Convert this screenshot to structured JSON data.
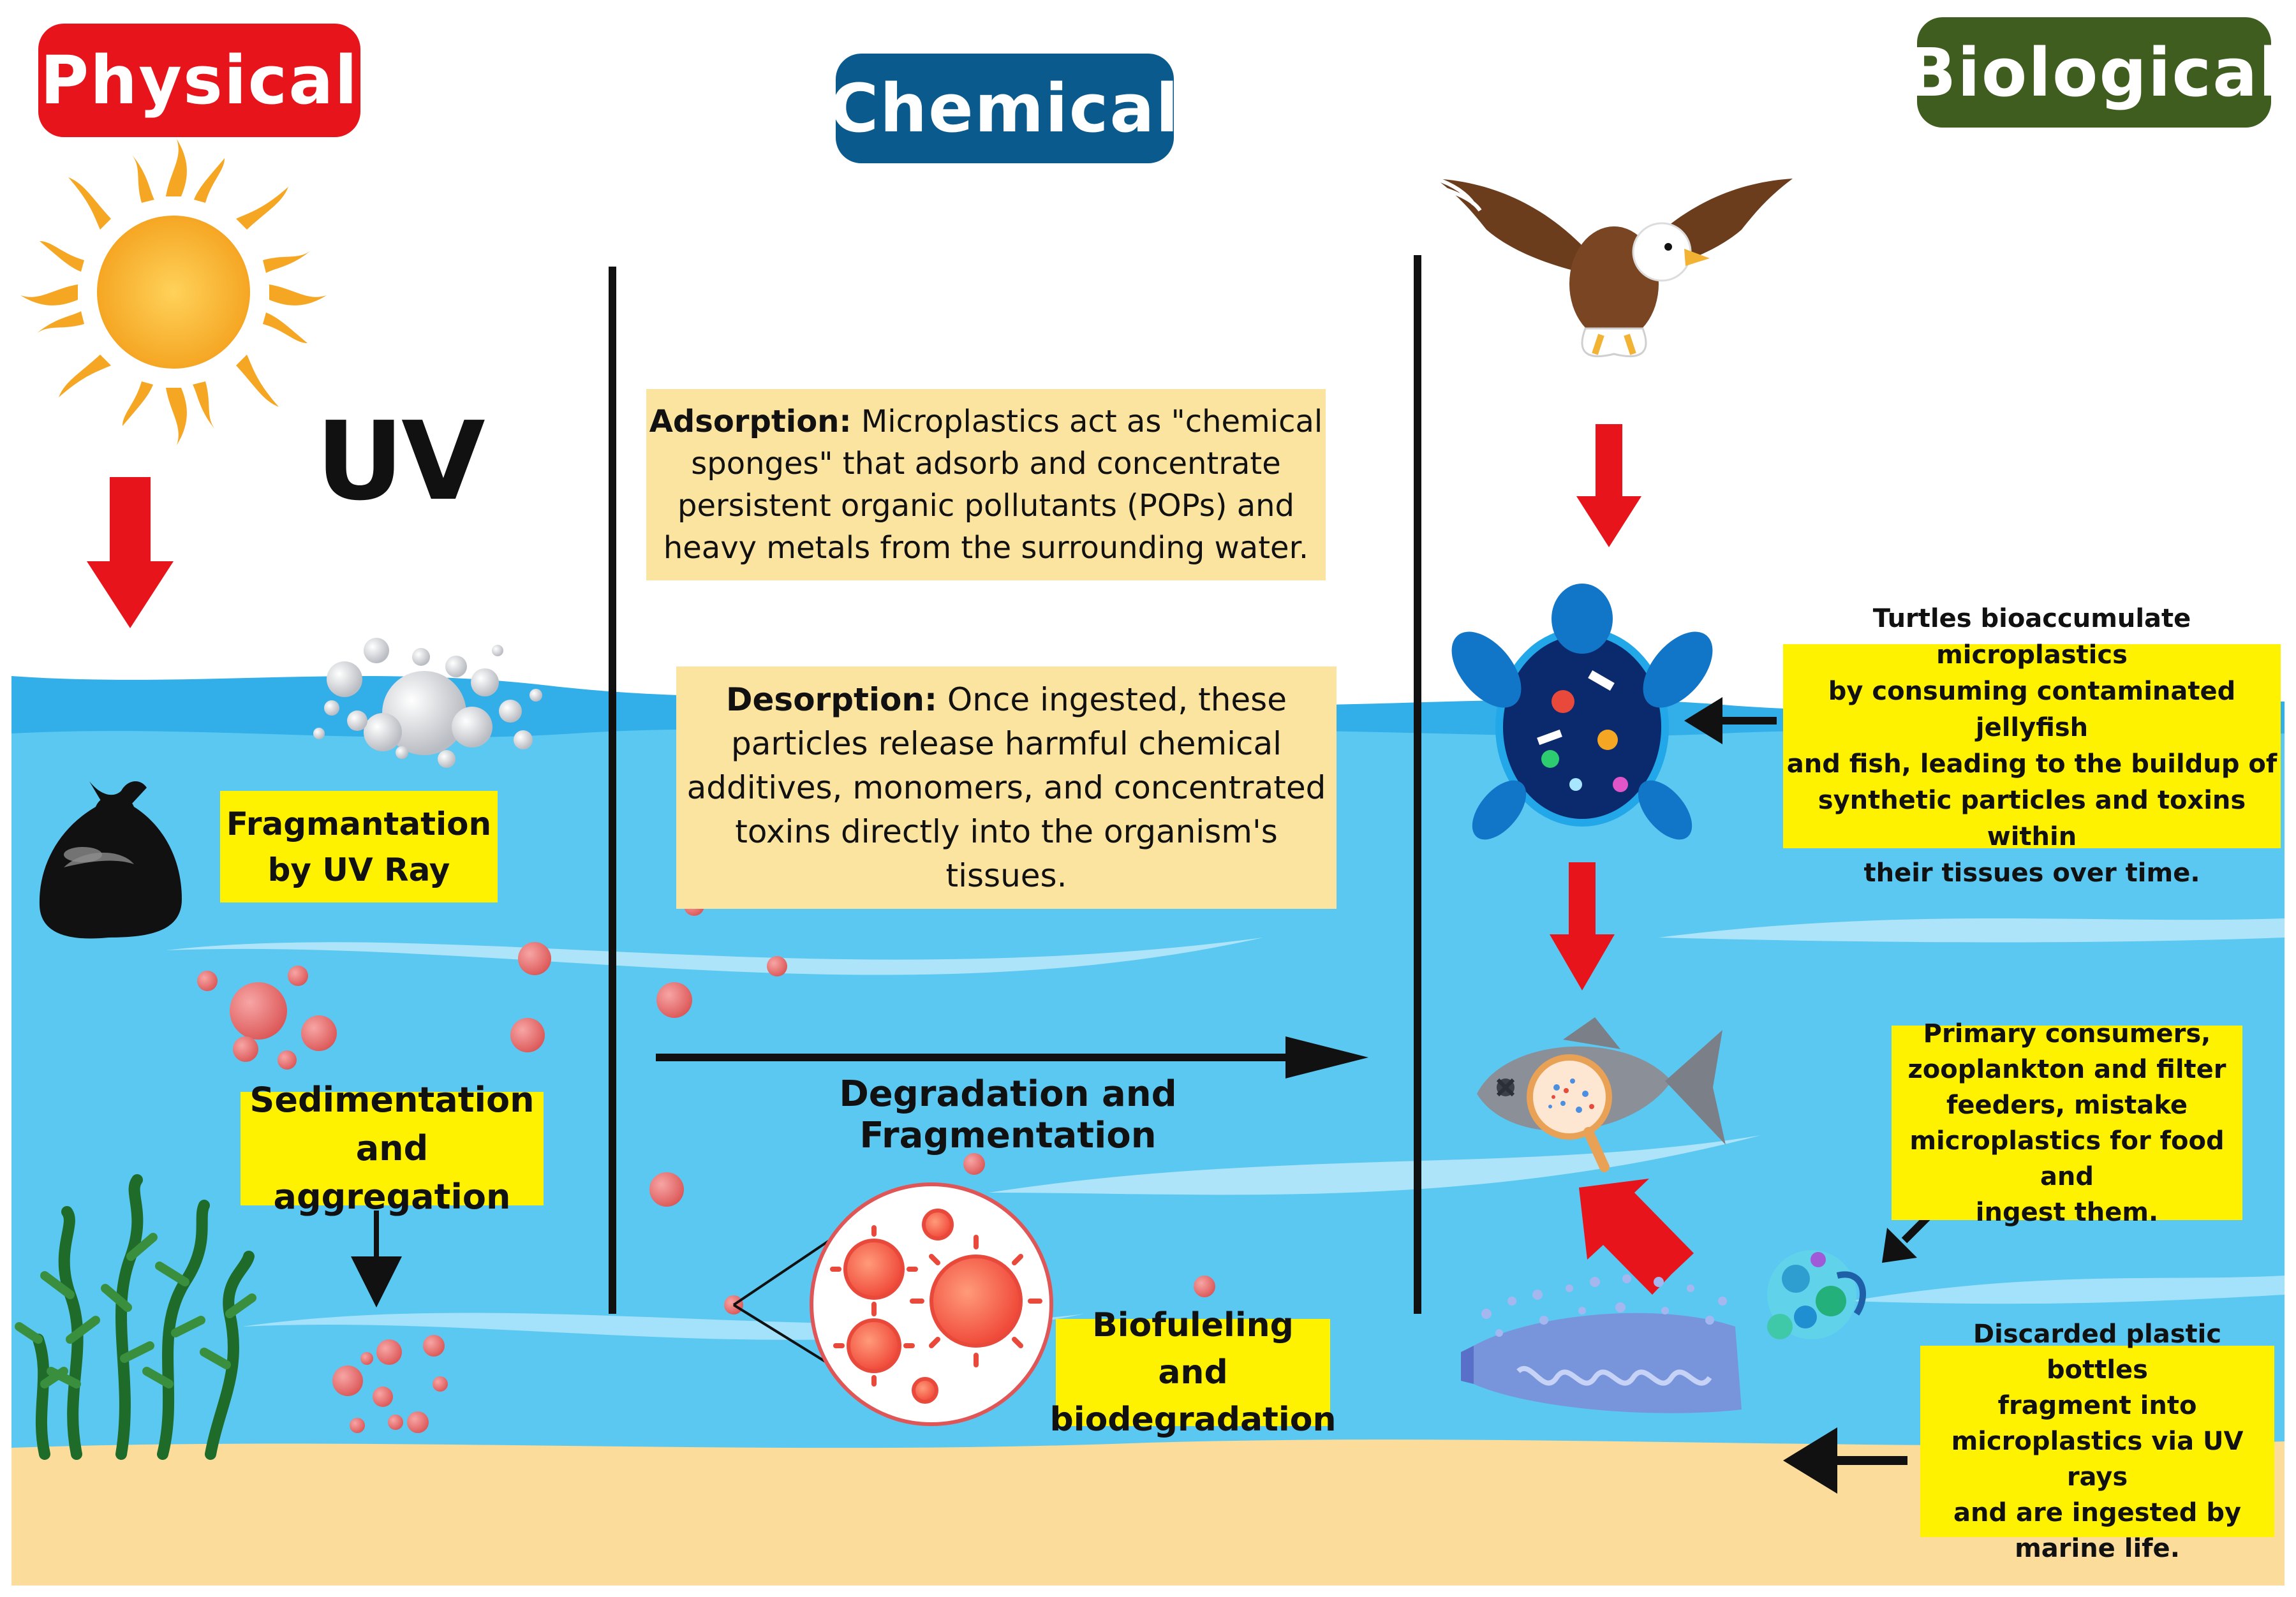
{
  "headers": {
    "physical": "Physical",
    "chemical": "Chemical",
    "biological": "Biological"
  },
  "uv_label": "UV",
  "physical": {
    "fragmentation_lines": [
      "Fragmantation",
      "by UV Ray"
    ],
    "sedimentation_lines": [
      "Sedimentation",
      "and aggregation"
    ]
  },
  "chemical": {
    "adsorption_lines": [
      "Adsorption: Microplastics act as \"chemical",
      "sponges\" that adsorb and concentrate",
      "persistent organic pollutants (POPs) and",
      "heavy metals from the surrounding water."
    ],
    "desorption_lines": [
      "Desorption: Once ingested, these",
      "particles release harmful chemical",
      "additives, monomers, and concentrated",
      "toxins directly into the organism's",
      "tissues."
    ],
    "degradation_label": "Degradation and Fragmentation",
    "biofuel_lines": [
      "Biofuleling and",
      "biodegradation"
    ]
  },
  "biological": {
    "turtle_lines": [
      "Turtles bioaccumulate microplastics",
      "by consuming contaminated jellyfish",
      "and fish, leading to the buildup of",
      "synthetic particles and toxins within",
      "their tissues over time."
    ],
    "primary_lines": [
      "Primary consumers,",
      "zooplankton and filter",
      "feeders, mistake",
      "microplastics for food and",
      "ingest them."
    ],
    "discard_lines": [
      "Discarded plastic bottles",
      "fragment into",
      "microplastics via UV rays",
      "and are ingested by",
      "marine life."
    ]
  },
  "colors": {
    "physical_header": "#e8141c",
    "chemical_header": "#0a5a8e",
    "biological_header": "#3f5d1e",
    "water": "#5bc8f2",
    "water_top": "#32aee8",
    "sand": "#fbdc9b",
    "label_yellow": "#fff200",
    "label_cream": "#fbe3a0",
    "arrow_red": "#e8141c",
    "particle": "#e86b6b"
  },
  "icons": [
    "sun-icon",
    "trash-bag-icon",
    "microplastic-cluster-icon",
    "seaweed-icon",
    "eagle-icon",
    "turtle-icon",
    "fish-icon",
    "zooplankton-icon",
    "plastic-bottle-icon",
    "virus-magnifier-icon"
  ]
}
